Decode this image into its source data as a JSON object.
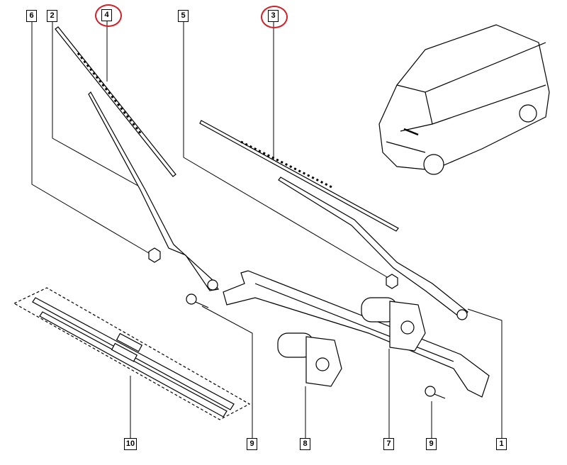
{
  "diagram": {
    "title": "Windscreen wiper assembly",
    "callouts": [
      {
        "id": "label-6",
        "text": "6",
        "highlighted": false
      },
      {
        "id": "label-2",
        "text": "2",
        "highlighted": false
      },
      {
        "id": "label-4",
        "text": "4",
        "highlighted": true
      },
      {
        "id": "label-5",
        "text": "5",
        "highlighted": false
      },
      {
        "id": "label-3",
        "text": "3",
        "highlighted": true
      },
      {
        "id": "label-10",
        "text": "10",
        "highlighted": false
      },
      {
        "id": "label-9a",
        "text": "9",
        "highlighted": false
      },
      {
        "id": "label-8",
        "text": "8",
        "highlighted": false
      },
      {
        "id": "label-7",
        "text": "7",
        "highlighted": false
      },
      {
        "id": "label-9b",
        "text": "9",
        "highlighted": false
      },
      {
        "id": "label-1",
        "text": "1",
        "highlighted": false
      }
    ],
    "colors": {
      "highlight": "#d0202a",
      "line": "#000000"
    }
  }
}
